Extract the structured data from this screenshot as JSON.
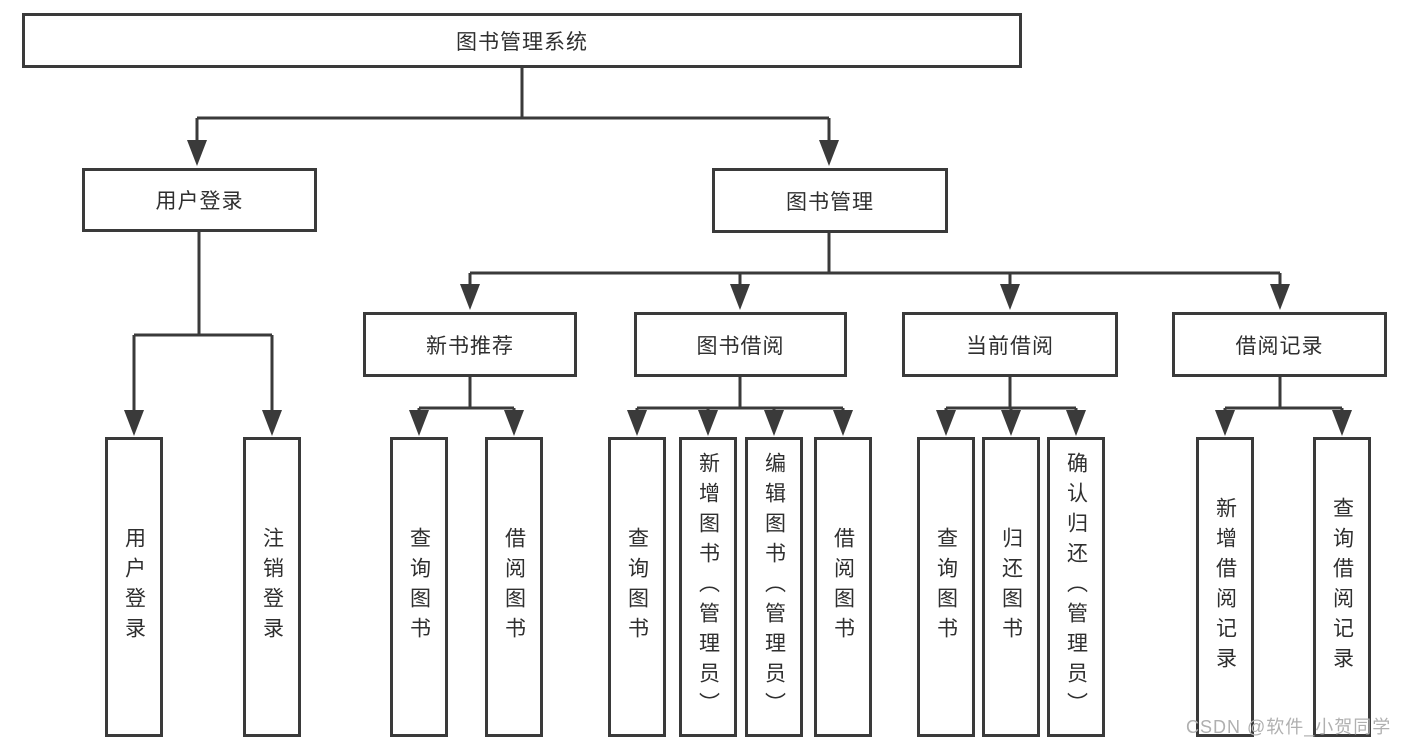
{
  "diagram": {
    "root": {
      "label": "图书管理系统"
    },
    "branches": [
      {
        "label": "用户登录",
        "children": [
          {
            "label": "用户登录"
          },
          {
            "label": "注销登录"
          }
        ]
      },
      {
        "label": "图书管理",
        "groups": [
          {
            "label": "新书推荐",
            "children": [
              {
                "label": "查询图书"
              },
              {
                "label": "借阅图书"
              }
            ]
          },
          {
            "label": "图书借阅",
            "children": [
              {
                "label": "查询图书"
              },
              {
                "label": "新增图书（管理员）"
              },
              {
                "label": "编辑图书（管理员）"
              },
              {
                "label": "借阅图书"
              }
            ]
          },
          {
            "label": "当前借阅",
            "children": [
              {
                "label": "查询图书"
              },
              {
                "label": "归还图书"
              },
              {
                "label": "确认归还（管理员）"
              }
            ]
          },
          {
            "label": "借阅记录",
            "children": [
              {
                "label": "新增借阅记录"
              },
              {
                "label": "查询借阅记录"
              }
            ]
          }
        ]
      }
    ]
  },
  "watermark": {
    "text": "CSDN @软件_小贺同学"
  },
  "colors": {
    "line": "#3a3a3a",
    "text": "#2f2f2f",
    "background": "#ffffff",
    "watermark": "#b0b0b0"
  }
}
